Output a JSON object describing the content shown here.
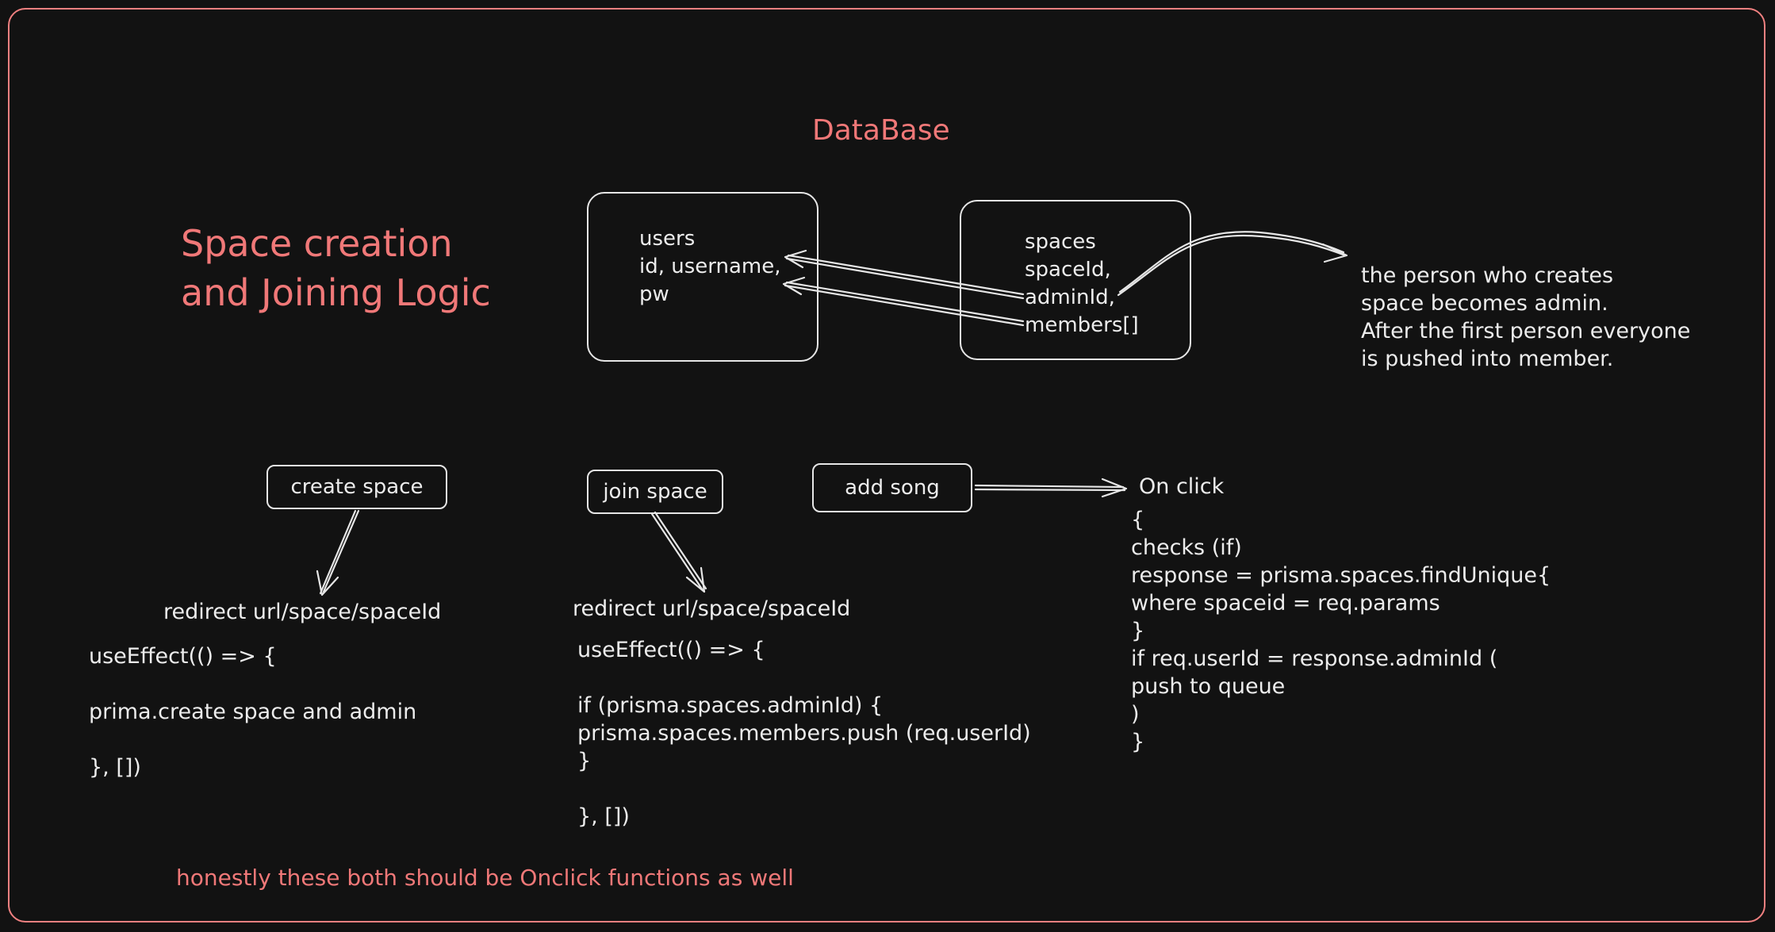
{
  "title": "Space creation\nand Joining Logic",
  "database_label": "DataBase",
  "users_box": {
    "line1": "users",
    "line2": "id, username,",
    "line3": "pw"
  },
  "spaces_box": {
    "line1": "spaces",
    "line2": "spaceId,",
    "line3": "adminId,",
    "line4": "members[]"
  },
  "admin_note": "the person who creates\nspace becomes admin.\nAfter the first person everyone\nis pushed into member.",
  "buttons": {
    "create_space": "create space",
    "join_space": "join space",
    "add_song": "add song"
  },
  "create_flow": {
    "redirect": "redirect url/space/spaceId",
    "code": "useEffect(() => {\n\nprima.create space and admin\n\n}, [])"
  },
  "join_flow": {
    "redirect": "redirect url/space/spaceId",
    "code": "useEffect(() => {\n\nif (prisma.spaces.adminId) {\nprisma.spaces.members.push (req.userId)\n}\n\n}, [])"
  },
  "add_song_flow": {
    "on_click": "On click",
    "code": "{\nchecks (if)\nresponse = prisma.spaces.findUnique{\nwhere spaceid = req.params\n}\nif req.userId = response.adminId (\npush to queue\n)\n}"
  },
  "footer_note": "honestly these both should be Onclick functions as well",
  "colors": {
    "background": "#121212",
    "accent": "#f07878",
    "stroke": "#e6e6e6"
  }
}
